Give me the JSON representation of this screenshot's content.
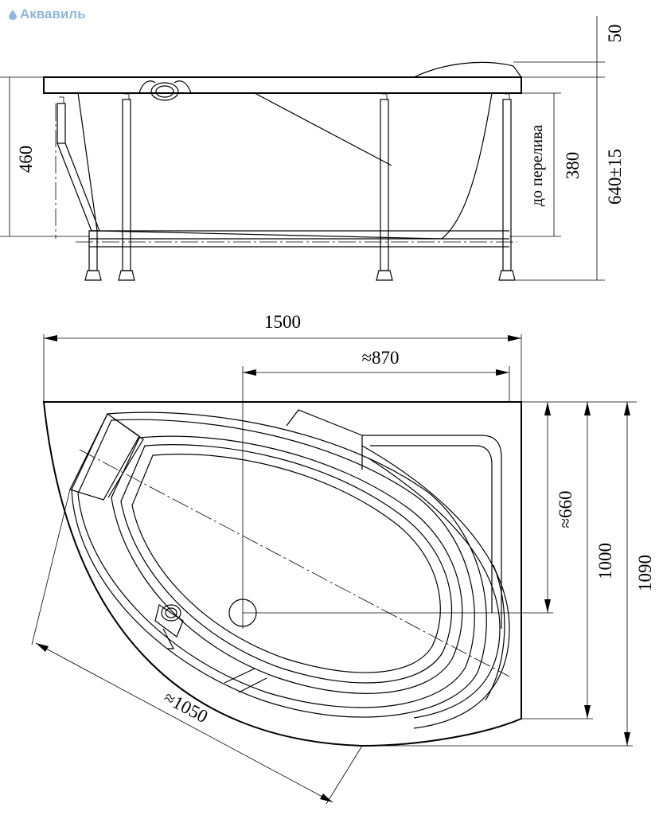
{
  "logo": {
    "text": "Аквавиль",
    "color": "#8fb8dc"
  },
  "side_view": {
    "dimensions": {
      "rim_height": "50",
      "left_height": "460",
      "overflow_height": "380",
      "overflow_label": "до перелива",
      "total_height": "640±15"
    }
  },
  "top_view": {
    "dimensions": {
      "length": "1500",
      "drain_offset": "≈870",
      "drain_depth": "≈660",
      "inner_width": "1000",
      "total_width": "1090",
      "diagonal": "≈1050"
    }
  }
}
